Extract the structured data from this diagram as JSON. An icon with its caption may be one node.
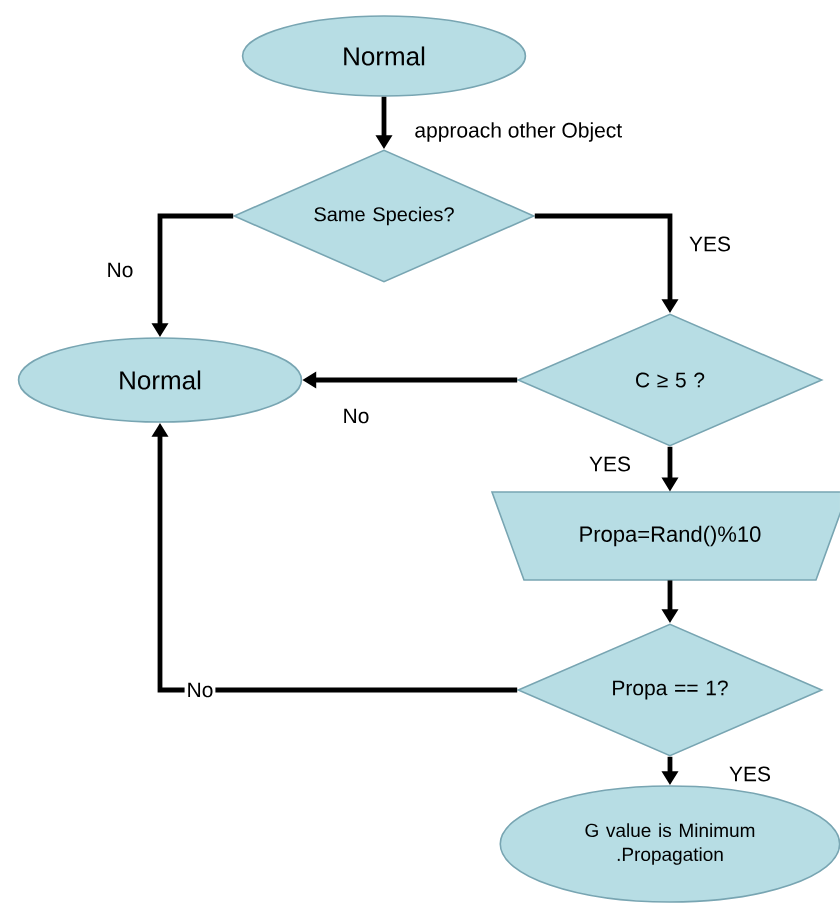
{
  "diagram": {
    "nodes": [
      {
        "text": [
          "Normal"
        ]
      },
      {
        "text": [
          "Same Species?"
        ]
      },
      {
        "text": [
          "Normal"
        ]
      },
      {
        "text": [
          "C ≥ 5 ?"
        ]
      },
      {
        "text": [
          "Propa=Rand()%10"
        ]
      },
      {
        "text": [
          "Propa == 1?"
        ]
      },
      {
        "text": [
          "G value is Minimum .Propagation"
        ]
      }
    ],
    "edges": [
      {
        "from": 0,
        "to": 1,
        "arrow": "to",
        "label": "approach other Object"
      },
      {
        "from": 1,
        "to": 2,
        "arrow": "to",
        "label": "No"
      },
      {
        "from": 1,
        "to": 3,
        "arrow": "to",
        "label": "YES"
      },
      {
        "from": 3,
        "to": 2,
        "arrow": "to",
        "label": "No"
      },
      {
        "from": 3,
        "to": 4,
        "arrow": "to",
        "label": "YES"
      },
      {
        "from": 4,
        "to": 5,
        "arrow": "to"
      },
      {
        "from": 5,
        "to": 2,
        "arrow": "to",
        "label": "No"
      },
      {
        "from": 5,
        "to": 6,
        "arrow": "to",
        "label": "YES"
      }
    ]
  }
}
